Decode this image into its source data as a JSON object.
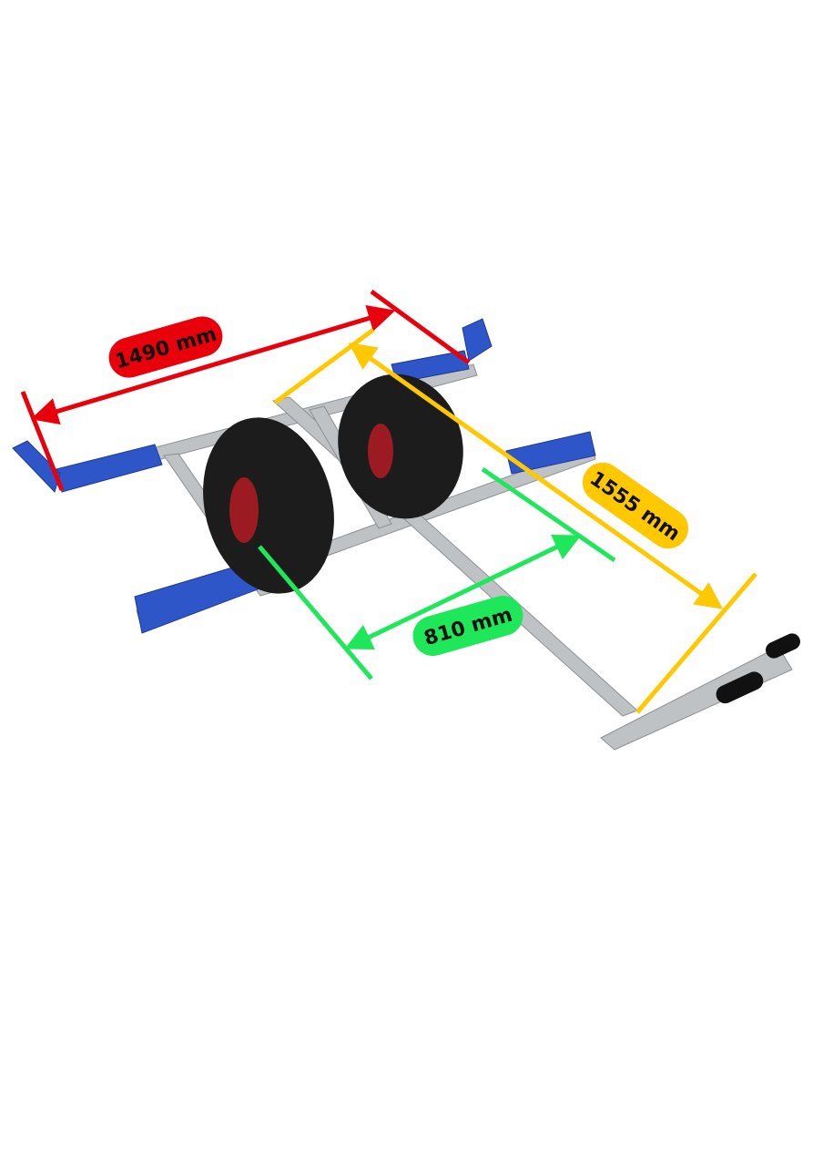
{
  "dimensions": {
    "width": {
      "label": "1490 mm",
      "color": "#e8000b"
    },
    "length": {
      "label": "1555 mm",
      "color": "#ffc800"
    },
    "wheel_track": {
      "label": "810 mm",
      "color": "#1ee85a"
    }
  },
  "colors": {
    "frame": "#b9bcbf",
    "pads": "#2f56c9",
    "tires": "#1c1c1c",
    "hubs": "#9c1b22"
  }
}
